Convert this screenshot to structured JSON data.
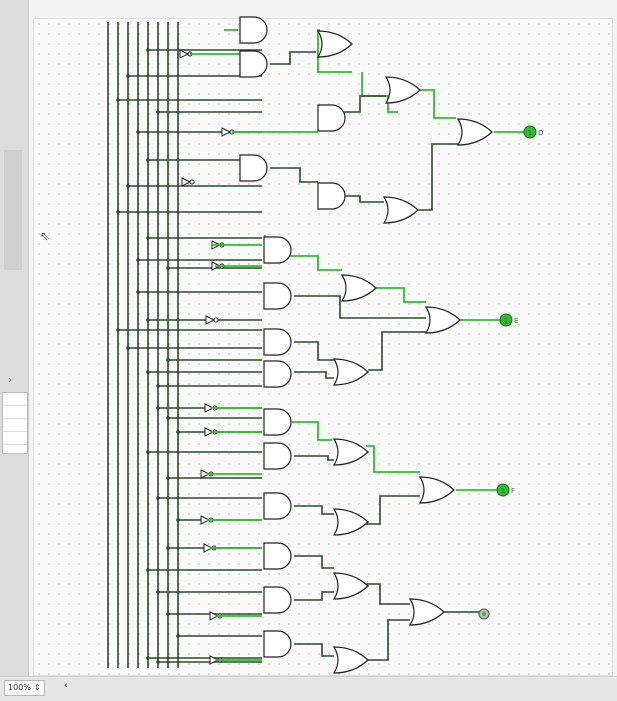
{
  "statusbar": {
    "zoom": "100%"
  },
  "outputs": [
    {
      "label": "D",
      "value": "1"
    },
    {
      "label": "E",
      "value": "1"
    },
    {
      "label": "F",
      "value": "1"
    },
    {
      "label": "",
      "value": ""
    }
  ],
  "colors": {
    "wire_on": "#2bc02b",
    "wire_dark": "#2a4a2a",
    "gate": "#222222",
    "pin_fill": "#2bc02b"
  },
  "icons": [
    "mouse-pointer-icon",
    "zoom-stepper-icon",
    "scroll-left-icon",
    "expand-arrow-icon"
  ]
}
